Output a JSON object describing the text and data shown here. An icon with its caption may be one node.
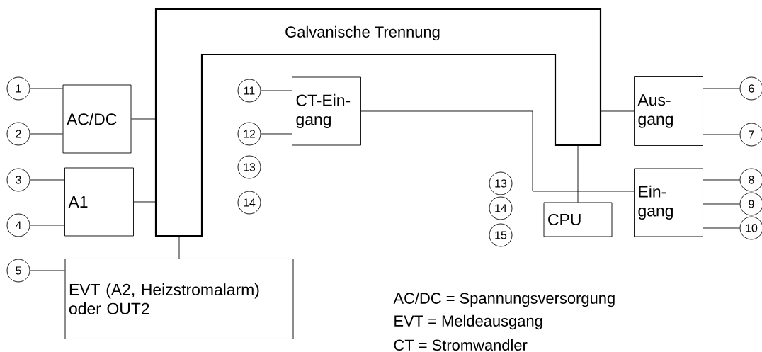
{
  "diagram": {
    "nodes": [
      {
        "text": [
          "Galvanische Trennung"
        ]
      },
      {
        "text": [
          "AC/DC"
        ]
      },
      {
        "text": [
          "A1"
        ]
      },
      {
        "text": [
          "EVT (A2, Heizstromalarm) oder OUT2"
        ]
      },
      {
        "text": [
          "CT-Ein- gang"
        ]
      },
      {
        "text": [
          "Aus- gang"
        ]
      },
      {
        "text": [
          "CPU"
        ]
      },
      {
        "text": [
          "Ein- gang"
        ]
      },
      {
        "text": [
          "1"
        ]
      },
      {
        "text": [
          "2"
        ]
      },
      {
        "text": [
          "3"
        ]
      },
      {
        "text": [
          "4"
        ]
      },
      {
        "text": [
          "5"
        ]
      },
      {
        "text": [
          "11"
        ]
      },
      {
        "text": [
          "12"
        ]
      },
      {
        "text": [
          "13"
        ]
      },
      {
        "text": [
          "14"
        ]
      },
      {
        "text": [
          "6"
        ]
      },
      {
        "text": [
          "7"
        ]
      },
      {
        "text": [
          "8"
        ]
      },
      {
        "text": [
          "9"
        ]
      },
      {
        "text": [
          "10"
        ]
      },
      {
        "text": [
          "13"
        ]
      },
      {
        "text": [
          "14"
        ]
      },
      {
        "text": [
          "15"
        ]
      }
    ],
    "edges": [
      {
        "from": 8,
        "to": 1,
        "arrow": "none"
      },
      {
        "from": 9,
        "to": 1,
        "arrow": "none"
      },
      {
        "from": 10,
        "to": 2,
        "arrow": "none"
      },
      {
        "from": 11,
        "to": 2,
        "arrow": "none"
      },
      {
        "from": 12,
        "to": 3,
        "arrow": "none"
      },
      {
        "from": 13,
        "to": 4,
        "arrow": "none"
      },
      {
        "from": 14,
        "to": 4,
        "arrow": "none"
      },
      {
        "from": 1,
        "to": 0,
        "arrow": "none"
      },
      {
        "from": 2,
        "to": 0,
        "arrow": "none"
      },
      {
        "from": 3,
        "to": 0,
        "arrow": "none"
      },
      {
        "from": 0,
        "to": 5,
        "arrow": "none"
      },
      {
        "from": 0,
        "to": 6,
        "arrow": "none"
      },
      {
        "from": 4,
        "to": 7,
        "arrow": "none"
      },
      {
        "from": 5,
        "to": 17,
        "arrow": "none"
      },
      {
        "from": 5,
        "to": 18,
        "arrow": "none"
      },
      {
        "from": 7,
        "to": 19,
        "arrow": "none"
      },
      {
        "from": 7,
        "to": 20,
        "arrow": "none"
      },
      {
        "from": 7,
        "to": 21,
        "arrow": "none"
      }
    ],
    "labels": [
      "AC/DC = Spannungsversorgung",
      "EVT = Meldeausgang",
      "CT = Stromwandler"
    ]
  }
}
